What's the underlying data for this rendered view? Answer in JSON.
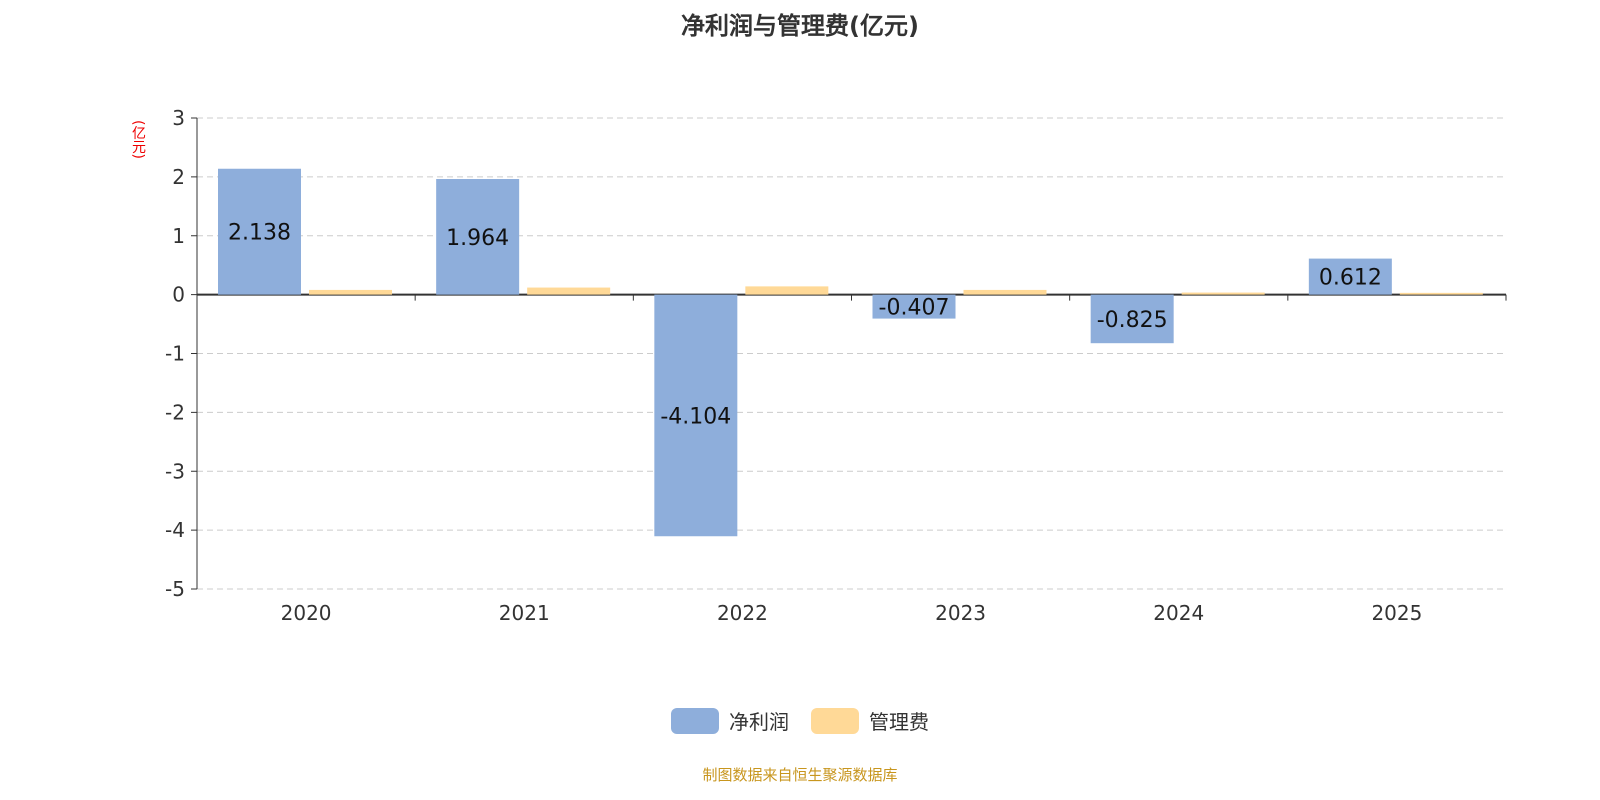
{
  "chart_data": {
    "type": "bar",
    "title": "净利润与管理费(亿元)",
    "ylabel": "(亿元)",
    "xlabel": "",
    "categories": [
      "2020",
      "2021",
      "2022",
      "2023",
      "2024",
      "2025"
    ],
    "ylim": [
      -5,
      3
    ],
    "yticks": [
      3,
      2,
      1,
      0,
      -1,
      -2,
      -3,
      -4,
      -5
    ],
    "grid": true,
    "legend_position": "bottom",
    "series": [
      {
        "name": "净利润",
        "color": "#8eaedb",
        "values": [
          2.138,
          1.964,
          -4.104,
          -0.407,
          -0.825,
          0.612
        ],
        "labels": [
          "2.138",
          "1.964",
          "-4.104",
          "-0.407",
          "-0.825",
          "0.612"
        ]
      },
      {
        "name": "管理费",
        "color": "#ffd997",
        "values": [
          0.08,
          0.12,
          0.14,
          0.08,
          0.035,
          0.03
        ]
      }
    ]
  },
  "source": "制图数据来自恒生聚源数据库"
}
